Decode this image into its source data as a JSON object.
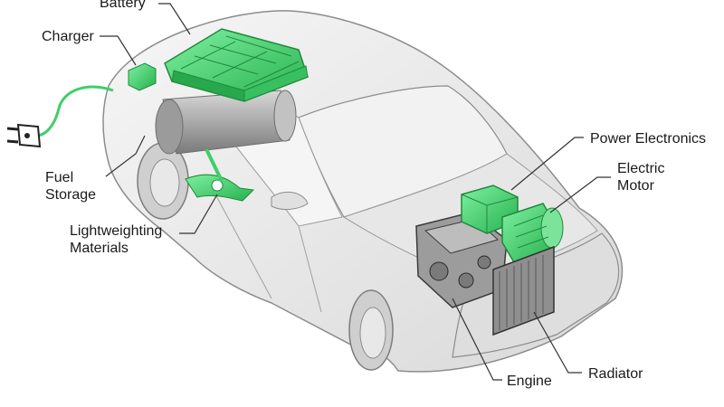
{
  "labels": {
    "battery": "Battery",
    "charger": "Charger",
    "fuel_storage": [
      "Fuel",
      "Storage"
    ],
    "lightweighting": [
      "Lightweighting",
      "Materials"
    ],
    "power_electronics": "Power Electronics",
    "electric_motor": [
      "Electric",
      "Motor"
    ],
    "engine": "Engine",
    "radiator": "Radiator"
  },
  "colors": {
    "component_green": "#3fcf6a",
    "component_green_dark": "#1f8a3c",
    "car_body": "#ececec",
    "car_outline": "#8c8c8c",
    "leader_line": "#333333"
  },
  "icons": {
    "plug": "plug-icon"
  }
}
